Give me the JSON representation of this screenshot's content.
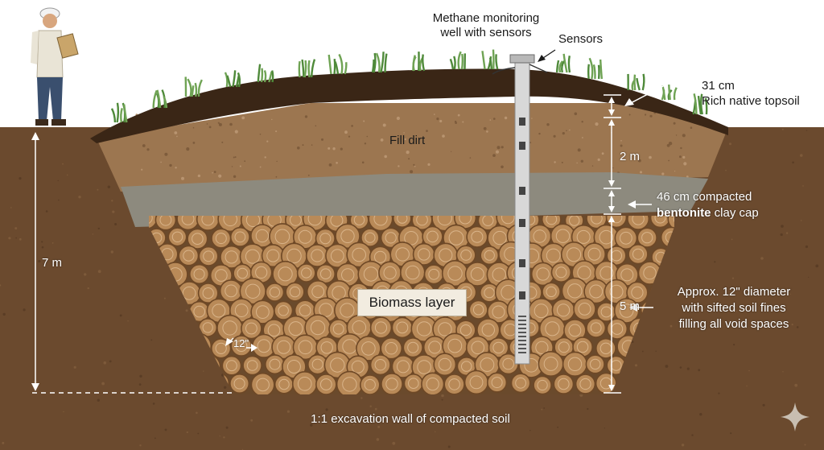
{
  "labels": {
    "well_line1": "Methane monitoring",
    "well_line2": "well with sensors",
    "sensors": "Sensors",
    "topsoil_thickness": "31 cm",
    "topsoil_name": "Rich native topsoil",
    "fill_dirt": "Fill dirt",
    "fill_thickness": "2 m",
    "clay_line1": "46 cm compacted",
    "clay_bold": "bentonite",
    "clay_rest": " clay cap",
    "total_depth": "7 m",
    "biomass": "Biomass layer",
    "biomass_thickness": "5 m",
    "log_line1": "Approx. 12\" diameter",
    "log_line2": "with sifted soil fines",
    "log_line3": "filling all void spaces",
    "log_size": "12\"",
    "wall": "1:1 excavation wall of compacted soil"
  },
  "colors": {
    "native_soil": "#6b4a2e",
    "topsoil": "#3a2616",
    "fill_dirt": "#9c7650",
    "clay_cap": "#8d8a7e",
    "biomass_voids": "#6a4a2c",
    "log_face": "#b98a58",
    "log_ring": "#d9b48a",
    "log_edge": "#6e4826",
    "well_pipe": "#d8d8d8",
    "sensor_band": "#444444",
    "grass": "#4f8a3a"
  },
  "icons": {
    "worker": "person-with-clipboard-icon",
    "corner_mark": "sparkle-icon"
  }
}
